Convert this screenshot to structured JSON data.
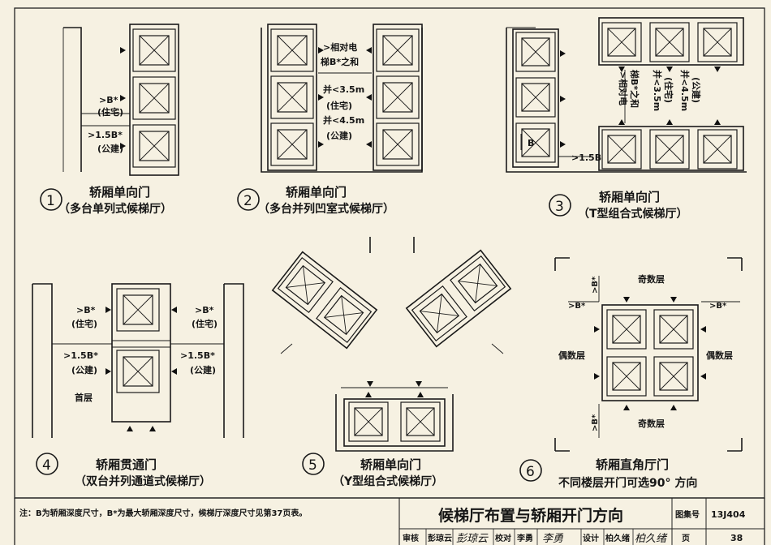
{
  "diagrams": [
    {
      "number": "1",
      "title": "轿厢单向门",
      "subtitle": "（多台单列式候梯厅）",
      "labels": [
        ">B*",
        "(住宅)",
        ">1.5B*",
        "(公建)"
      ]
    },
    {
      "number": "2",
      "title": "轿厢单向门",
      "subtitle": "（多台并列凹室式候梯厅）",
      "labels": [
        ">相对电",
        "梯B*之和",
        "并<3.5m",
        "(住宅)",
        "并<4.5m",
        "(公建)"
      ]
    },
    {
      "number": "3",
      "title": "轿厢单向门",
      "subtitle": "（T型组合式候梯厅）",
      "labels": [
        ">相对电",
        "梯B*之和",
        "并<3.5m",
        "(住宅)",
        "并<4.5m",
        "(公建)",
        "B",
        ">1.5B"
      ]
    },
    {
      "number": "4",
      "title": "轿厢贯通门",
      "subtitle": "（双台并列通道式候梯厅）",
      "labels": [
        ">B*",
        "(住宅)",
        ">1.5B*",
        "(公建)",
        ">B*",
        "(住宅)",
        ">1.5B*",
        "(公建)",
        "首层"
      ]
    },
    {
      "number": "5",
      "title": "轿厢单向门",
      "subtitle": "（Y型组合式候梯厅）",
      "labels": []
    },
    {
      "number": "6",
      "title": "轿厢直角厅门",
      "subtitle": "不同楼层开门可选90° 方向",
      "labels": [
        ">B*",
        ">B*",
        ">B*",
        ">B*",
        "奇数层",
        "奇数层",
        "偶数层",
        "偶数层"
      ]
    }
  ],
  "footer": {
    "note": "注：B为轿厢深度尺寸，B*为最大轿厢深度尺寸，候梯厅深度尺寸见第37页表。",
    "drawing_title": "候梯厅布置与轿厢开门方向",
    "atlas_label": "图集号",
    "atlas_number": "13J404",
    "page_label": "页",
    "page_number": "38",
    "review_label": "审核",
    "reviewer": "彭琼云",
    "check_label": "校对",
    "checker": "李勇",
    "design_label": "设计",
    "designer": "柏久绪",
    "reviewer_signature": "彭琼云",
    "checker_signature": "李勇",
    "designer_signature": "柏久绪"
  }
}
